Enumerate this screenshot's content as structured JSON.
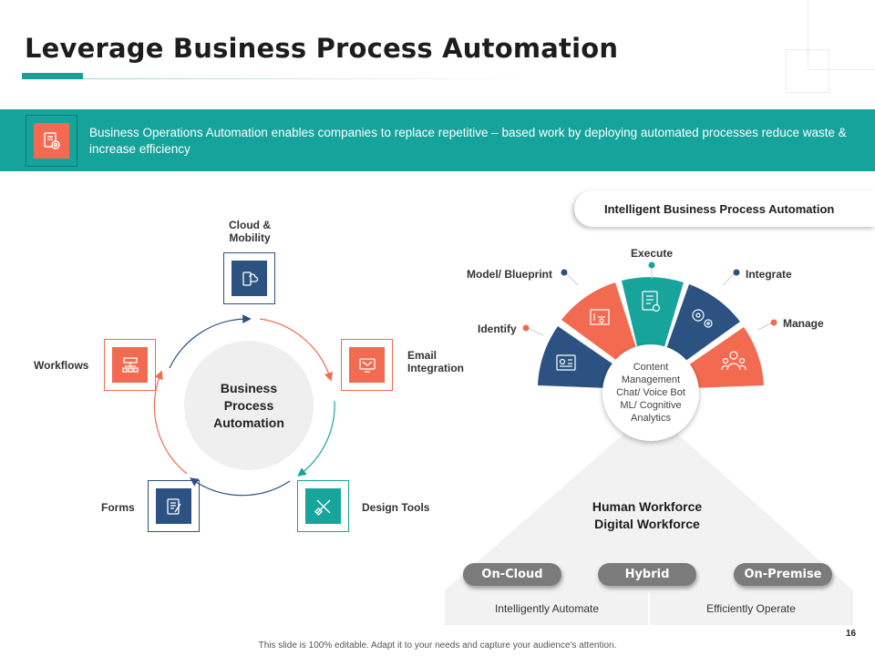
{
  "slide": {
    "title": "Leverage Business Process Automation",
    "banner_text": "Business Operations Automation enables companies to replace repetitive – based work by deploying automated processes reduce waste & increase efficiency",
    "page_number": "16",
    "footer": "This slide is 100% editable. Adapt it to your needs and capture your audience's attention."
  },
  "cycle": {
    "center": "Business Process Automation",
    "nodes": {
      "cloud": "Cloud & Mobility",
      "email": "Email Integration",
      "design": "Design Tools",
      "forms": "Forms",
      "workflows": "Workflows"
    }
  },
  "automation": {
    "header": "Intelligent Business Process Automation",
    "stages": {
      "identify": "Identify",
      "model": "Model/ Blueprint",
      "execute": "Execute",
      "integrate": "Integrate",
      "manage": "Manage"
    },
    "content_lines": [
      "Content",
      "Management",
      "Chat/ Voice Bot",
      "ML/ Cognitive",
      "Analytics"
    ],
    "workforce_lines": [
      "Human Workforce",
      "Digital Workforce"
    ],
    "deployment": {
      "cloud": "On-Cloud",
      "hybrid": "Hybrid",
      "premise": "On-Premise"
    },
    "outcomes": {
      "automate": "Intelligently Automate",
      "operate": "Efficiently Operate"
    }
  },
  "colors": {
    "teal": "#17a49a",
    "orange": "#f26b51",
    "navy": "#2c5282",
    "grey": "#7b7b7b"
  }
}
